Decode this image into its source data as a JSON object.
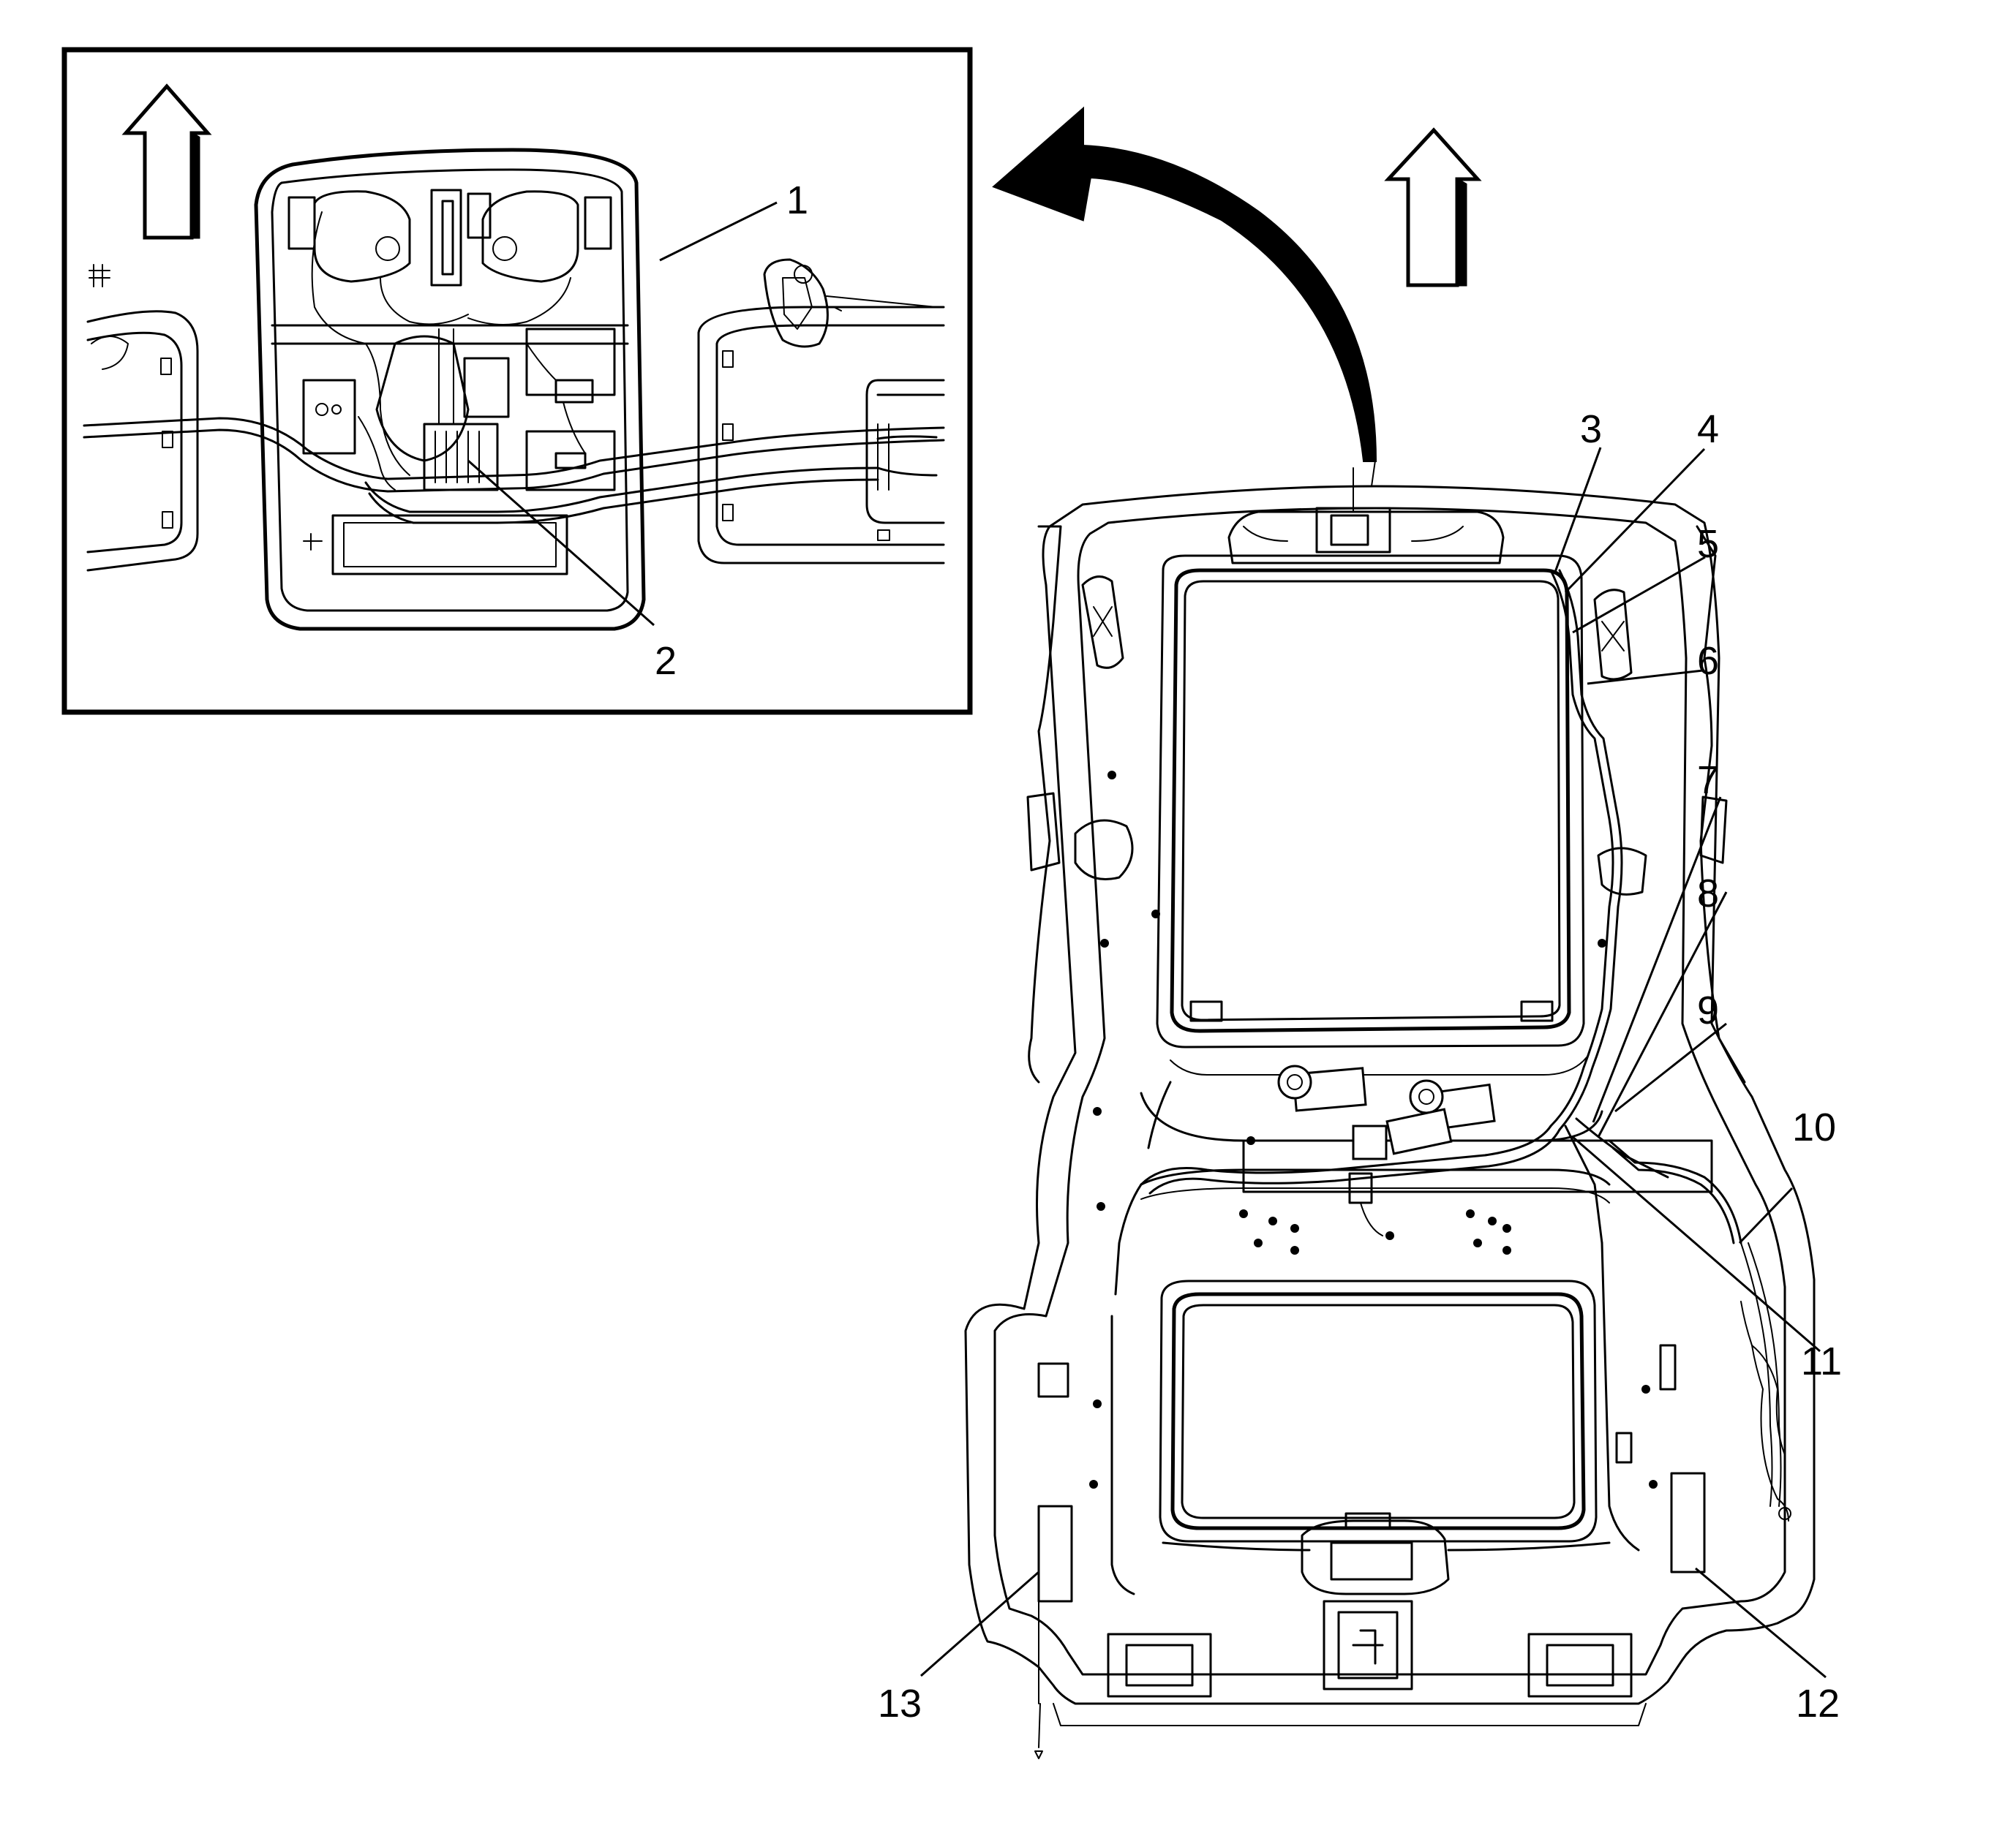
{
  "callouts": [
    {
      "id": "1",
      "label": "1"
    },
    {
      "id": "2",
      "label": "2"
    },
    {
      "id": "3",
      "label": "3"
    },
    {
      "id": "4",
      "label": "4"
    },
    {
      "id": "5",
      "label": "5"
    },
    {
      "id": "6",
      "label": "6"
    },
    {
      "id": "7",
      "label": "7"
    },
    {
      "id": "8",
      "label": "8"
    },
    {
      "id": "9",
      "label": "9"
    },
    {
      "id": "10",
      "label": "10"
    },
    {
      "id": "11",
      "label": "11"
    },
    {
      "id": "12",
      "label": "12"
    },
    {
      "id": "13",
      "label": "13"
    }
  ],
  "icons": {
    "detail_forward_arrow": "up-arrow-icon",
    "main_forward_arrow": "up-arrow-icon",
    "detail_pointer_arrow": "curved-arrow-icon"
  },
  "colors": {
    "line": "#000000",
    "background": "#ffffff"
  }
}
